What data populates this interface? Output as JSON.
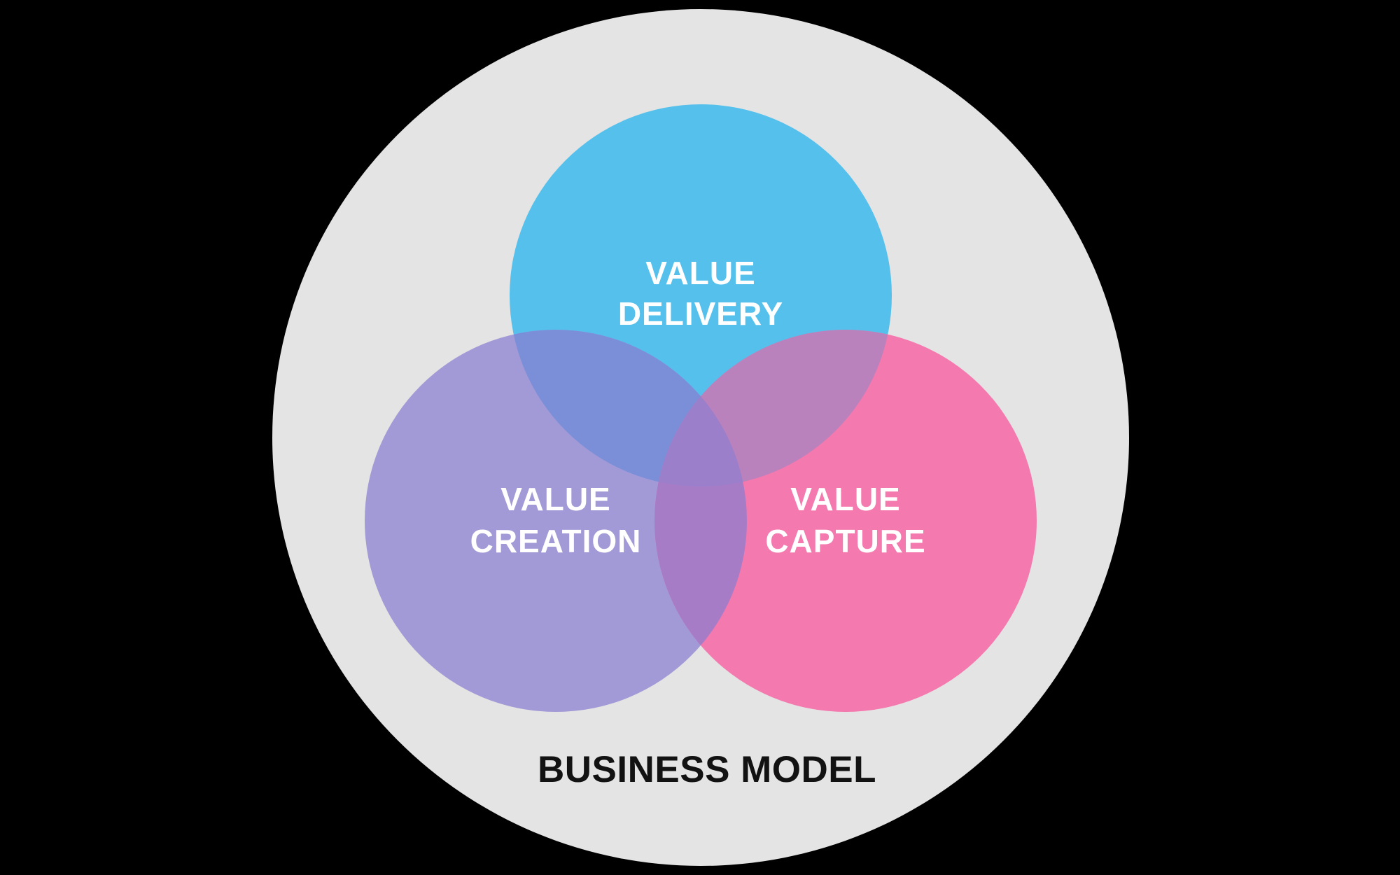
{
  "page": {
    "background_color": "#000000"
  },
  "diagram": {
    "type": "venn",
    "outer": {
      "label": "BUSINESS MODEL",
      "fill": "#E5E4E4",
      "label_color": "#121212"
    },
    "circles": [
      {
        "name": "value-delivery",
        "line1": "VALUE",
        "line2": "DELIVERY",
        "fill": "#54C0EB",
        "text_color": "#FFFFFF"
      },
      {
        "name": "value-creation",
        "line1": "VALUE",
        "line2": "CREATION",
        "fill": "#A29AD6",
        "text_color": "#FFFFFF"
      },
      {
        "name": "value-capture",
        "line1": "VALUE",
        "line2": "CAPTURE",
        "fill": "#F379AE",
        "text_color": "#FFFFFF"
      }
    ],
    "overlaps": {
      "delivery_creation": "#7B8FD9",
      "delivery_capture": "#BA82BD",
      "creation_capture": "#A77CC7",
      "center": "#9B7FCB"
    }
  }
}
